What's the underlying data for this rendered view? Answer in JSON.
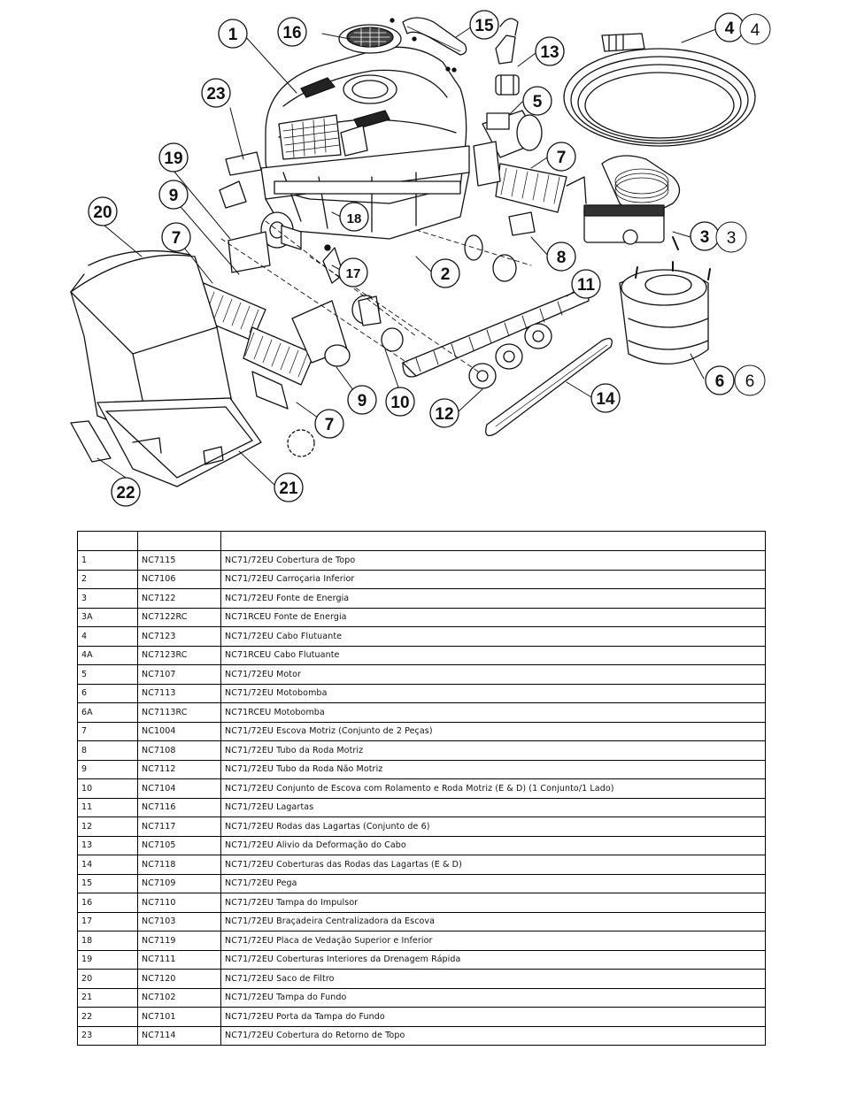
{
  "diagram": {
    "callouts": [
      "1",
      "2",
      "3",
      "4",
      "5",
      "6",
      "7",
      "8",
      "9",
      "10",
      "11",
      "12",
      "13",
      "14",
      "15",
      "16",
      "17",
      "18",
      "19",
      "20",
      "21",
      "22",
      "23"
    ],
    "callout_extras": {
      "c3": "3",
      "c4": "4",
      "c6": "6"
    },
    "parts": [
      "top-cover",
      "lower-body",
      "power-supply",
      "floating-cable",
      "motor",
      "pump-motor",
      "drive-brush",
      "drive-wheel-tube",
      "non-drive-wheel-tube",
      "brush-assembly",
      "tracks",
      "track-wheels",
      "cable-strain-relief",
      "track-wheel-covers",
      "handle",
      "impeller-cover",
      "brush-centering-clamp",
      "sealing-plate",
      "drain-covers",
      "filter-bag",
      "bottom-lid",
      "bottom-lid-door",
      "top-return-cover"
    ]
  },
  "table": {
    "headers": [
      "",
      "",
      ""
    ],
    "rows": [
      [
        "1",
        "NC7115",
        "NC71/72EU Cobertura de Topo"
      ],
      [
        "2",
        "NC7106",
        "NC71/72EU Carroçaria Inferior"
      ],
      [
        "3",
        "NC7122",
        "NC71/72EU Fonte de Energia"
      ],
      [
        "3A",
        "NC7122RC",
        "NC71RCEU Fonte de Energia"
      ],
      [
        "4",
        "NC7123",
        "NC71/72EU Cabo Flutuante"
      ],
      [
        "4A",
        "NC7123RC",
        "NC71RCEU Cabo Flutuante"
      ],
      [
        "5",
        "NC7107",
        "NC71/72EU Motor"
      ],
      [
        "6",
        "NC7113",
        "NC71/72EU Motobomba"
      ],
      [
        "6A",
        "NC7113RC",
        "NC71RCEU Motobomba"
      ],
      [
        "7",
        "NC1004",
        "NC71/72EU Escova Motriz (Conjunto de 2 Peças)"
      ],
      [
        "8",
        "NC7108",
        "NC71/72EU Tubo da Roda Motriz"
      ],
      [
        "9",
        "NC7112",
        "NC71/72EU Tubo da Roda Não Motriz"
      ],
      [
        "10",
        "NC7104",
        "NC71/72EU Conjunto de Escova com Rolamento e Roda Motriz (E & D) (1 Conjunto/1 Lado)"
      ],
      [
        "11",
        "NC7116",
        "NC71/72EU Lagartas"
      ],
      [
        "12",
        "NC7117",
        "NC71/72EU Rodas das Lagartas (Conjunto de 6)"
      ],
      [
        "13",
        "NC7105",
        "NC71/72EU Alivio da Deformação do Cabo"
      ],
      [
        "14",
        "NC7118",
        "NC71/72EU Coberturas das Rodas das Lagartas (E & D)"
      ],
      [
        "15",
        "NC7109",
        "NC71/72EU Pega"
      ],
      [
        "16",
        "NC7110",
        "NC71/72EU Tampa do Impulsor"
      ],
      [
        "17",
        "NC7103",
        "NC71/72EU Braçadeira Centralizadora da Escova"
      ],
      [
        "18",
        "NC7119",
        "NC71/72EU Placa de Vedação Superior e Inferior"
      ],
      [
        "19",
        "NC7111",
        "NC71/72EU Coberturas Interiores da Drenagem Rápida"
      ],
      [
        "20",
        "NC7120",
        "NC71/72EU Saco de Filtro"
      ],
      [
        "21",
        "NC7102",
        "NC71/72EU Tampa do Fundo"
      ],
      [
        "22",
        "NC7101",
        "NC71/72EU Porta da Tampa do Fundo"
      ],
      [
        "23",
        "NC7114",
        "NC71/72EU Cobertura do Retorno de Topo"
      ]
    ]
  }
}
